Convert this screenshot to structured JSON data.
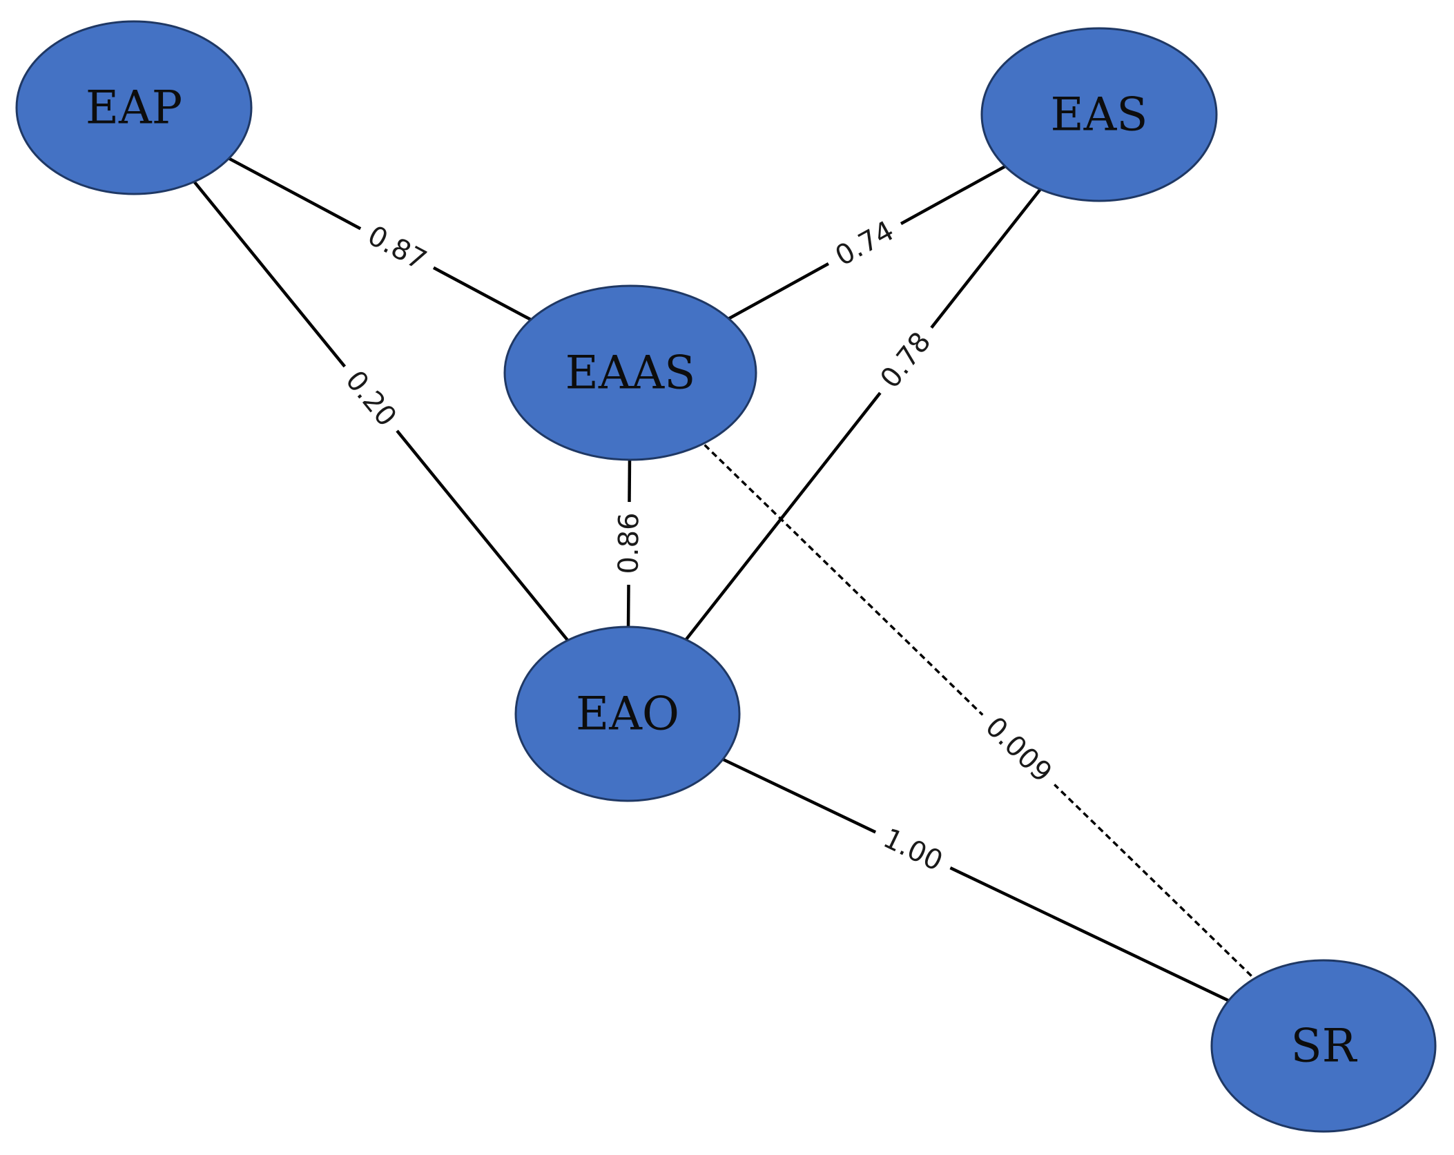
{
  "nodes": [
    {
      "id": "EAP",
      "label": "EAP"
    },
    {
      "id": "EAS",
      "label": "EAS"
    },
    {
      "id": "EAAS",
      "label": "EAAS"
    },
    {
      "id": "EAO",
      "label": "EAO"
    },
    {
      "id": "SR",
      "label": "SR"
    }
  ],
  "edges": [
    {
      "from": "EAP",
      "to": "EAAS",
      "label": "0.87",
      "style": "solid"
    },
    {
      "from": "EAS",
      "to": "EAAS",
      "label": "0.74",
      "style": "solid"
    },
    {
      "from": "EAP",
      "to": "EAO",
      "label": "0.20",
      "style": "solid"
    },
    {
      "from": "EAS",
      "to": "EAO",
      "label": "0.78",
      "style": "solid"
    },
    {
      "from": "EAAS",
      "to": "EAO",
      "label": "0.86",
      "style": "solid"
    },
    {
      "from": "EAO",
      "to": "SR",
      "label": "1.00",
      "style": "solid"
    },
    {
      "from": "EAAS",
      "to": "SR",
      "label": "0.009",
      "style": "dashed"
    }
  ],
  "colors": {
    "node_fill": "#4472C4",
    "node_stroke": "#1F3864",
    "edge": "#000000"
  }
}
